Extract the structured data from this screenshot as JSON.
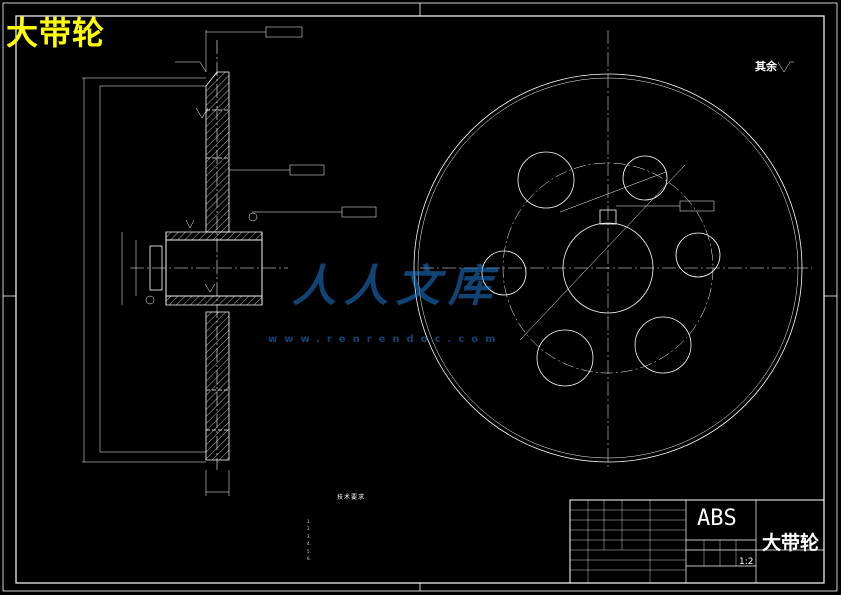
{
  "title": "大带轮",
  "remainder_note": "其余",
  "title_block": {
    "material": "ABS",
    "part_name": "大带轮",
    "scale": "1:2"
  },
  "technical_requirements_title": "技术要求",
  "technical_requirements": [
    "1.",
    "2.",
    "3.",
    "4.",
    "5.",
    "6."
  ],
  "watermark": {
    "text": "人人文库",
    "url": "www.renrendoc.com"
  },
  "colors": {
    "background": "#000000",
    "lines": "#ffffff",
    "title": "#ffff00",
    "watermark": "#1d7cd6"
  }
}
